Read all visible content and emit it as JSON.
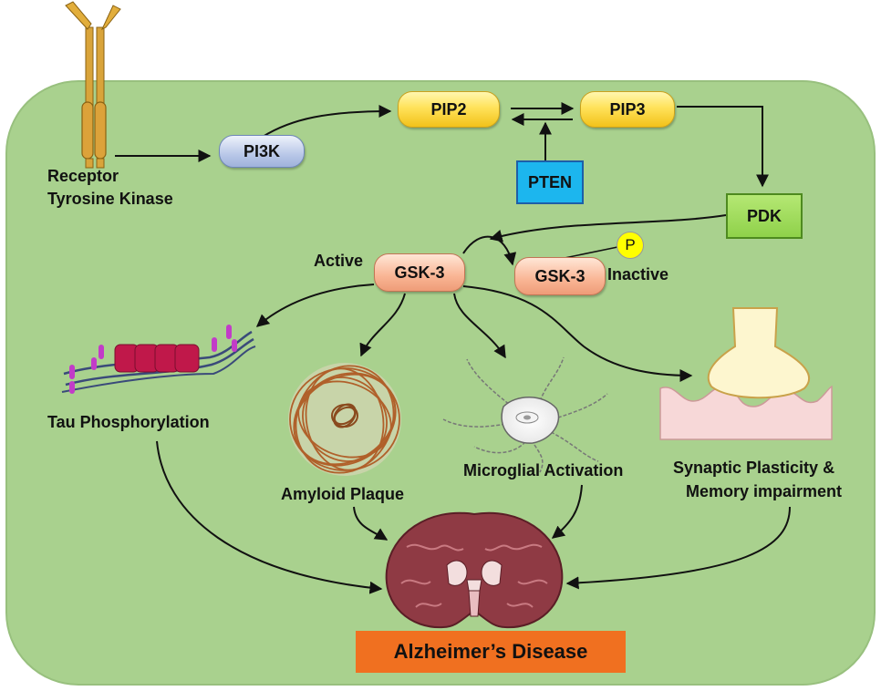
{
  "receptor": {
    "label_line1": "Receptor",
    "label_line2": "Tyrosine Kinase"
  },
  "nodes": {
    "pi3k": "PI3K",
    "pip2": "PIP2",
    "pip3": "PIP3",
    "pten": "PTEN",
    "pdk": "PDK",
    "gsk_active": "GSK-3",
    "gsk_inactive": "GSK-3",
    "phospho": "P"
  },
  "states": {
    "active": "Active",
    "inactive": "Inactive"
  },
  "outcomes": {
    "tau": "Tau Phosphorylation",
    "amyloid": "Amyloid Plaque",
    "microglia": "Microglial Activation",
    "synaptic_line1": "Synaptic Plasticity &",
    "synaptic_line2": "Memory impairment"
  },
  "disease": "Alzheimer’s Disease",
  "colors": {
    "cell": "#a9d18e",
    "pip": "#ffe25a",
    "pi3k": "#b9c8e8",
    "gsk": "#f9b594",
    "pten": "#1cb6ee",
    "pdk": "#8fd14a",
    "disease": "#f07020",
    "phospho": "#ffff00",
    "brain": "#8f3a44",
    "tau_beads": "#c0184a",
    "tau_marks": "#c23cc8"
  }
}
